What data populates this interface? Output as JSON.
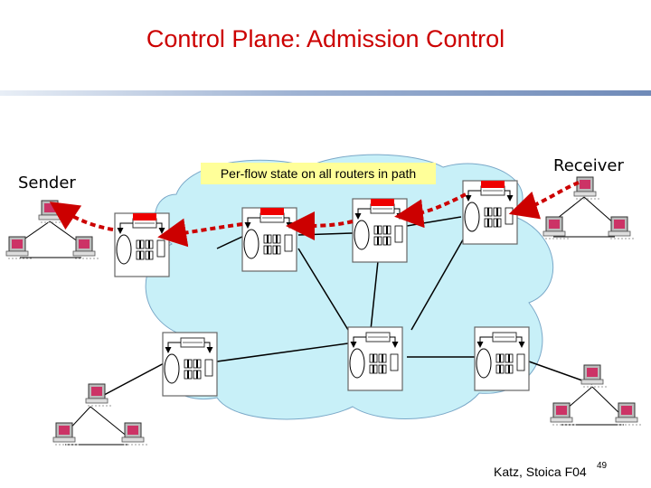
{
  "slide": {
    "title": "Control Plane: Admission Control",
    "sender_label": "Sender",
    "receiver_label": "Receiver",
    "note": "Per-flow state on all routers in path",
    "credit": "Katz, Stoica F04",
    "page_number": "49"
  },
  "colors": {
    "title": "#cc0000",
    "cloud": "#c8f0f8",
    "arrow": "#cc0000",
    "state_bar": "#ee0000",
    "note_bg": "#ffff99",
    "host_screen": "#cc3366"
  },
  "icons": {
    "router": "router-with-flow-state-icon",
    "host": "computer-host-icon",
    "cloud": "network-cloud-icon"
  }
}
